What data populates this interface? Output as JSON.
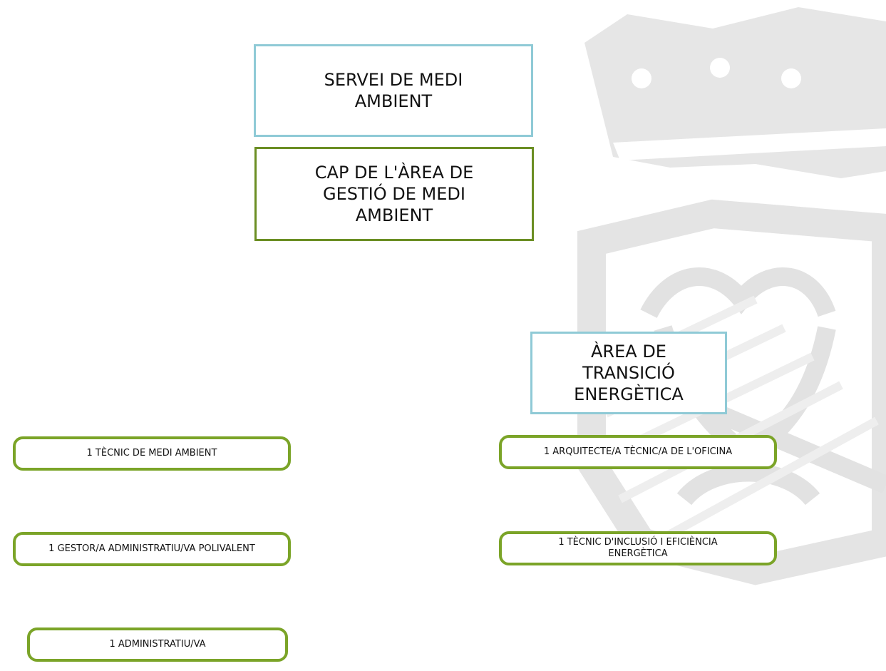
{
  "diagram": {
    "header_box": "SERVEI DE MEDI AMBIENT",
    "head_box": "CAP DE L'ÀREA DE GESTIÓ DE MEDI AMBIENT",
    "area_box": "ÀREA DE TRANSICIÓ ENERGÈTICA",
    "left_staff": [
      "1 TÈCNIC DE MEDI AMBIENT",
      "1 GESTOR/A ADMINISTRATIU/VA POLIVALENT",
      "1 ADMINISTRATIU/VA"
    ],
    "right_staff": [
      "1 ARQUITECTE/A TÈCNIC/A DE L'OFICINA",
      "1 TÈCNIC D'INCLUSIÓ I EFICIÈNCIA ENERGÈTICA"
    ]
  },
  "colors": {
    "blue_border": "#8fcad6",
    "green_border": "#6b8e23",
    "pill_border": "#7ba428",
    "watermark": "#e4e4e4"
  }
}
